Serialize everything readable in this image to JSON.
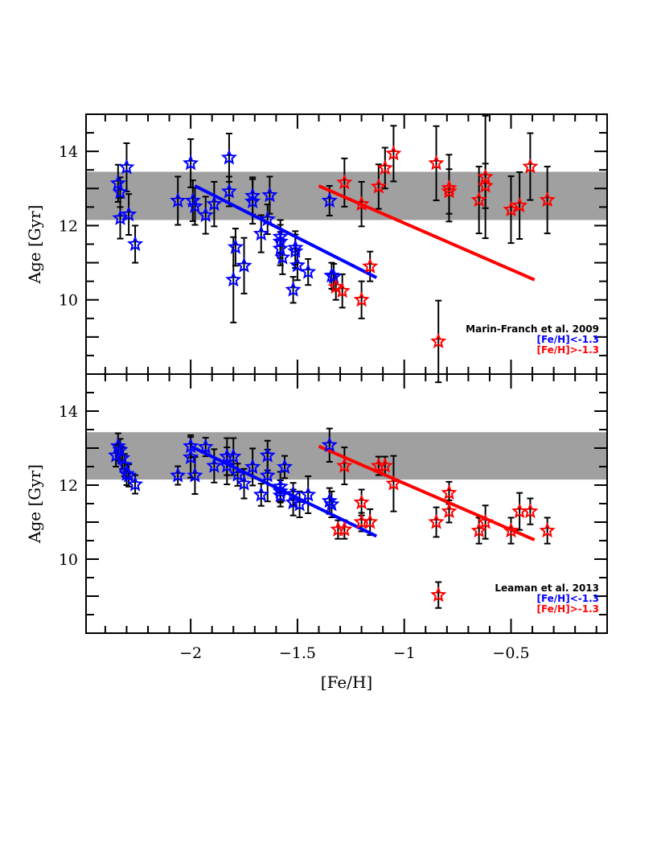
{
  "figure": {
    "xlabel": "[Fe/H]",
    "ylabel": "Age [Gyr]",
    "x_ticks": [
      -2,
      -1.5,
      -1,
      -0.5
    ],
    "x_tick_labels": [
      "−2",
      "−1.5",
      "−1",
      "−0.5"
    ],
    "y_ticks": [
      10,
      12,
      14
    ],
    "y_tick_labels": [
      "10",
      "12",
      "14"
    ],
    "colors": {
      "metal_poor": "#0000ff",
      "metal_rich": "#ff0000",
      "band": "#a0a0a0",
      "errorbar": "#000000"
    }
  },
  "chart_data": [
    {
      "type": "scatter",
      "title": "",
      "panel": "top",
      "xlabel": "[Fe/H]",
      "ylabel": "Age [Gyr]",
      "xlim": [
        -2.49,
        -0.05
      ],
      "ylim": [
        8.0,
        15.0
      ],
      "band": {
        "y0": 12.15,
        "y1": 13.45
      },
      "legend": {
        "position": "lower right",
        "title": "Marin-Franch et al. 2009",
        "entries": [
          "[Fe/H]<-1.3",
          "[Fe/H]>-1.3"
        ]
      },
      "series": [
        {
          "name": "[Fe/H]<-1.3",
          "color": "#0000ff",
          "marker": "star",
          "points": [
            {
              "x": -2.34,
              "y": 13.14,
              "err": 0.5
            },
            {
              "x": -2.33,
              "y": 12.9,
              "err": 0.4
            },
            {
              "x": -2.3,
              "y": 13.57,
              "err": 0.65
            },
            {
              "x": -2.33,
              "y": 12.2,
              "err": 0.55
            },
            {
              "x": -2.29,
              "y": 12.3,
              "err": 0.55
            },
            {
              "x": -2.26,
              "y": 11.5,
              "err": 0.5
            },
            {
              "x": -2.06,
              "y": 12.67,
              "err": 0.65
            },
            {
              "x": -2.0,
              "y": 13.68,
              "err": 0.65
            },
            {
              "x": -1.99,
              "y": 12.67,
              "err": 0.55
            },
            {
              "x": -1.98,
              "y": 12.52,
              "err": 0.5
            },
            {
              "x": -1.93,
              "y": 12.28,
              "err": 0.5
            },
            {
              "x": -1.89,
              "y": 12.58,
              "err": 0.6
            },
            {
              "x": -1.82,
              "y": 13.83,
              "err": 0.65
            },
            {
              "x": -1.82,
              "y": 12.92,
              "err": 0.4
            },
            {
              "x": -1.79,
              "y": 11.42,
              "err": 0.5
            },
            {
              "x": -1.8,
              "y": 10.54,
              "err": 1.15
            },
            {
              "x": -1.75,
              "y": 10.92,
              "err": 0.75
            },
            {
              "x": -1.71,
              "y": 12.65,
              "err": 0.6
            },
            {
              "x": -1.71,
              "y": 12.8,
              "err": 0.5
            },
            {
              "x": -1.63,
              "y": 12.82,
              "err": 0.5
            },
            {
              "x": -1.67,
              "y": 11.78,
              "err": 0.5
            },
            {
              "x": -1.64,
              "y": 12.17,
              "err": 0.4
            },
            {
              "x": -1.58,
              "y": 11.7,
              "err": 0.45
            },
            {
              "x": -1.58,
              "y": 11.57,
              "err": 0.45
            },
            {
              "x": -1.58,
              "y": 11.38,
              "err": 0.45
            },
            {
              "x": -1.57,
              "y": 11.14,
              "err": 0.45
            },
            {
              "x": -1.51,
              "y": 11.4,
              "err": 0.45
            },
            {
              "x": -1.51,
              "y": 11.31,
              "err": 0.45
            },
            {
              "x": -1.5,
              "y": 10.93,
              "err": 0.4
            },
            {
              "x": -1.45,
              "y": 10.75,
              "err": 0.35
            },
            {
              "x": -1.52,
              "y": 10.27,
              "err": 0.35
            },
            {
              "x": -1.34,
              "y": 10.65,
              "err": 0.35
            },
            {
              "x": -1.33,
              "y": 10.62,
              "err": 0.35
            },
            {
              "x": -1.35,
              "y": 12.67,
              "err": 0.4
            }
          ],
          "fit_line": {
            "x0": -1.98,
            "y0": 13.07,
            "x1": -1.13,
            "y1": 10.6
          }
        },
        {
          "name": "[Fe/H]>-1.3",
          "color": "#ff0000",
          "marker": "star",
          "points": [
            {
              "x": -1.32,
              "y": 10.35,
              "err": 0.35
            },
            {
              "x": -1.29,
              "y": 10.24,
              "err": 0.45
            },
            {
              "x": -1.2,
              "y": 10.0,
              "err": 0.5
            },
            {
              "x": -1.16,
              "y": 10.9,
              "err": 0.4
            },
            {
              "x": -1.28,
              "y": 13.16,
              "err": 0.65
            },
            {
              "x": -1.2,
              "y": 12.58,
              "err": 0.6
            },
            {
              "x": -1.12,
              "y": 13.05,
              "err": 0.6
            },
            {
              "x": -1.09,
              "y": 13.55,
              "err": 0.55
            },
            {
              "x": -1.05,
              "y": 13.94,
              "err": 0.75
            },
            {
              "x": -0.85,
              "y": 13.68,
              "err": 1.0
            },
            {
              "x": -0.79,
              "y": 13.01,
              "err": 0.9
            },
            {
              "x": -0.79,
              "y": 12.92,
              "err": 0.6
            },
            {
              "x": -0.65,
              "y": 12.69,
              "err": 0.9
            },
            {
              "x": -0.62,
              "y": 13.31,
              "err": 1.65
            },
            {
              "x": -0.62,
              "y": 13.07,
              "err": 0.6
            },
            {
              "x": -0.5,
              "y": 12.43,
              "err": 0.9
            },
            {
              "x": -0.46,
              "y": 12.54,
              "err": 0.9
            },
            {
              "x": -0.41,
              "y": 13.59,
              "err": 0.9
            },
            {
              "x": -0.33,
              "y": 12.69,
              "err": 0.9
            },
            {
              "x": -0.84,
              "y": 8.88,
              "err": 1.1
            }
          ],
          "fit_line": {
            "x0": -1.4,
            "y0": 13.07,
            "x1": -0.39,
            "y1": 10.54
          }
        }
      ]
    },
    {
      "type": "scatter",
      "title": "",
      "panel": "bottom",
      "xlabel": "[Fe/H]",
      "ylabel": "Age [Gyr]",
      "xlim": [
        -2.49,
        -0.05
      ],
      "ylim": [
        8.0,
        15.0
      ],
      "band": {
        "y0": 12.15,
        "y1": 13.43
      },
      "legend": {
        "position": "lower right",
        "title": "Leaman et al. 2013",
        "entries": [
          "[Fe/H]<-1.3",
          "[Fe/H]>-1.3"
        ]
      },
      "series": [
        {
          "name": "[Fe/H]<-1.3",
          "color": "#0000ff",
          "marker": "star",
          "points": [
            {
              "x": -2.34,
              "y": 13.05,
              "err": 0.35
            },
            {
              "x": -2.33,
              "y": 12.95,
              "err": 0.3
            },
            {
              "x": -2.35,
              "y": 12.8,
              "err": 0.3
            },
            {
              "x": -2.32,
              "y": 12.73,
              "err": 0.3
            },
            {
              "x": -2.31,
              "y": 12.54,
              "err": 0.3
            },
            {
              "x": -2.3,
              "y": 12.3,
              "err": 0.3
            },
            {
              "x": -2.29,
              "y": 12.26,
              "err": 0.3
            },
            {
              "x": -2.26,
              "y": 12.02,
              "err": 0.25
            },
            {
              "x": -2.06,
              "y": 12.26,
              "err": 0.25
            },
            {
              "x": -2.0,
              "y": 12.75,
              "err": 0.55
            },
            {
              "x": -2.0,
              "y": 13.05,
              "err": 0.3
            },
            {
              "x": -1.98,
              "y": 12.26,
              "err": 0.5
            },
            {
              "x": -1.93,
              "y": 13.03,
              "err": 0.25
            },
            {
              "x": -1.89,
              "y": 12.52,
              "err": 0.45
            },
            {
              "x": -1.83,
              "y": 12.77,
              "err": 0.5
            },
            {
              "x": -1.8,
              "y": 12.77,
              "err": 0.5
            },
            {
              "x": -1.83,
              "y": 12.52,
              "err": 0.5
            },
            {
              "x": -1.78,
              "y": 12.28,
              "err": 0.3
            },
            {
              "x": -1.75,
              "y": 12.04,
              "err": 0.4
            },
            {
              "x": -1.71,
              "y": 12.49,
              "err": 0.5
            },
            {
              "x": -1.67,
              "y": 11.74,
              "err": 0.3
            },
            {
              "x": -1.64,
              "y": 12.8,
              "err": 0.4
            },
            {
              "x": -1.64,
              "y": 12.26,
              "err": 0.7
            },
            {
              "x": -1.56,
              "y": 12.49,
              "err": 0.3
            },
            {
              "x": -1.58,
              "y": 11.96,
              "err": 0.4
            },
            {
              "x": -1.58,
              "y": 11.83,
              "err": 0.3
            },
            {
              "x": -1.58,
              "y": 11.72,
              "err": 0.3
            },
            {
              "x": -1.52,
              "y": 11.76,
              "err": 0.3
            },
            {
              "x": -1.52,
              "y": 11.53,
              "err": 0.35
            },
            {
              "x": -1.49,
              "y": 11.48,
              "err": 0.35
            },
            {
              "x": -1.45,
              "y": 11.74,
              "err": 0.5
            },
            {
              "x": -1.35,
              "y": 11.57,
              "err": 0.35
            },
            {
              "x": -1.34,
              "y": 11.48,
              "err": 0.35
            },
            {
              "x": -1.35,
              "y": 13.08,
              "err": 0.45
            }
          ],
          "fit_line": {
            "x0": -2.0,
            "y0": 13.05,
            "x1": -1.13,
            "y1": 10.62
          }
        },
        {
          "name": "[Fe/H]>-1.3",
          "color": "#ff0000",
          "marker": "star",
          "points": [
            {
              "x": -1.28,
              "y": 12.52,
              "err": 0.5
            },
            {
              "x": -1.12,
              "y": 12.52,
              "err": 0.25
            },
            {
              "x": -1.09,
              "y": 12.52,
              "err": 0.25
            },
            {
              "x": -1.05,
              "y": 12.04,
              "err": 0.75
            },
            {
              "x": -1.31,
              "y": 10.8,
              "err": 0.25
            },
            {
              "x": -1.28,
              "y": 10.8,
              "err": 0.25
            },
            {
              "x": -1.2,
              "y": 11.53,
              "err": 0.35
            },
            {
              "x": -1.2,
              "y": 11.0,
              "err": 0.25
            },
            {
              "x": -1.16,
              "y": 11.0,
              "err": 0.35
            },
            {
              "x": -0.85,
              "y": 11.0,
              "err": 0.4
            },
            {
              "x": -0.79,
              "y": 11.79,
              "err": 0.3
            },
            {
              "x": -0.79,
              "y": 11.29,
              "err": 0.3
            },
            {
              "x": -0.65,
              "y": 10.77,
              "err": 0.35
            },
            {
              "x": -0.62,
              "y": 11.0,
              "err": 0.45
            },
            {
              "x": -0.5,
              "y": 10.77,
              "err": 0.35
            },
            {
              "x": -0.46,
              "y": 11.29,
              "err": 0.5
            },
            {
              "x": -0.41,
              "y": 11.29,
              "err": 0.35
            },
            {
              "x": -0.33,
              "y": 10.77,
              "err": 0.35
            },
            {
              "x": -0.84,
              "y": 9.03,
              "err": 0.35
            }
          ],
          "fit_line": {
            "x0": -1.4,
            "y0": 13.05,
            "x1": -0.39,
            "y1": 10.52
          }
        }
      ]
    }
  ]
}
